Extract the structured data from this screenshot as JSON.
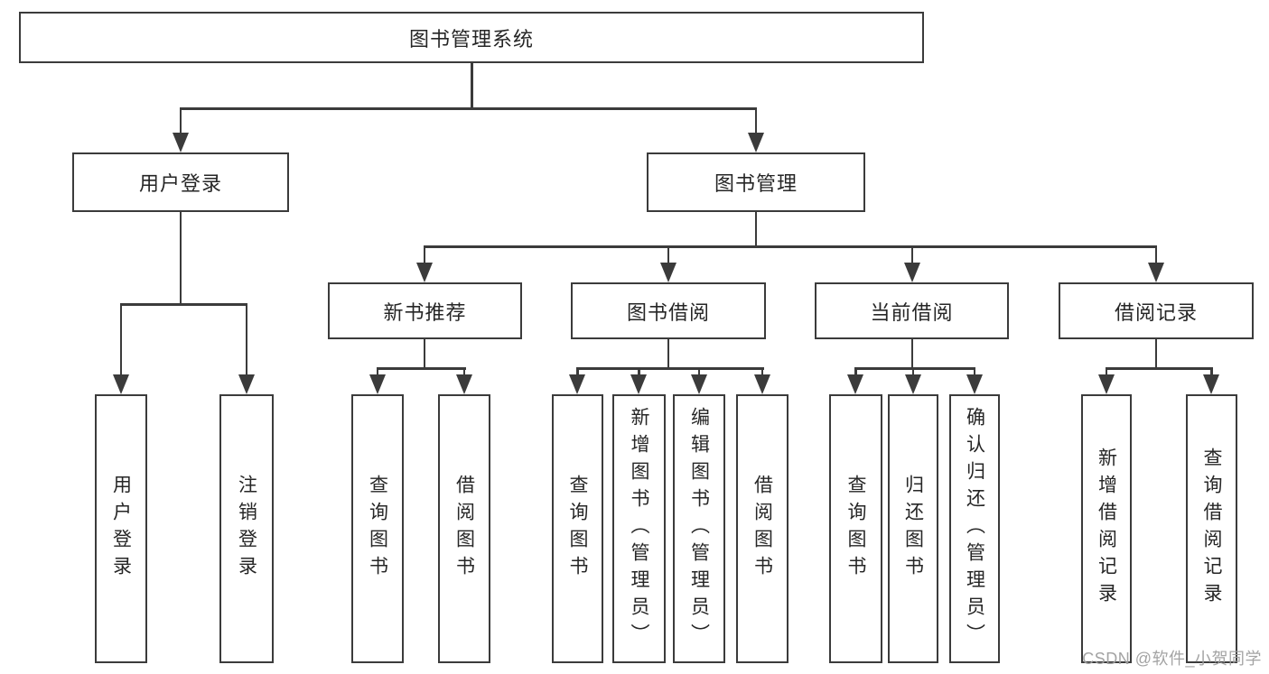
{
  "diagram": {
    "title_node": {
      "label": "图书管理系统"
    },
    "level1": [
      {
        "label": "用户登录"
      },
      {
        "label": "图书管理"
      }
    ],
    "level2": [
      {
        "label": "新书推荐"
      },
      {
        "label": "图书借阅"
      },
      {
        "label": "当前借阅"
      },
      {
        "label": "借阅记录"
      }
    ],
    "leaves": {
      "user_login": [
        {
          "label": "用户登录"
        },
        {
          "label": "注销登录"
        }
      ],
      "new_book": [
        {
          "label": "查询图书"
        },
        {
          "label": "借阅图书"
        }
      ],
      "book_borrow": [
        {
          "label": "查询图书"
        },
        {
          "label": "新增图书（管理员）"
        },
        {
          "label": "编辑图书（管理员）"
        },
        {
          "label": "借阅图书"
        }
      ],
      "current_borrow": [
        {
          "label": "查询图书"
        },
        {
          "label": "归还图书"
        },
        {
          "label": "确认归还（管理员）"
        }
      ],
      "borrow_record": [
        {
          "label": "新增借阅记录"
        },
        {
          "label": "查询借阅记录"
        }
      ]
    },
    "colors": {
      "line": "#3b3b3b",
      "text": "#262626",
      "watermark": "#9e9e9e",
      "background": "#ffffff"
    }
  },
  "watermark": {
    "text": "CSDN @软件_小贺同学"
  }
}
